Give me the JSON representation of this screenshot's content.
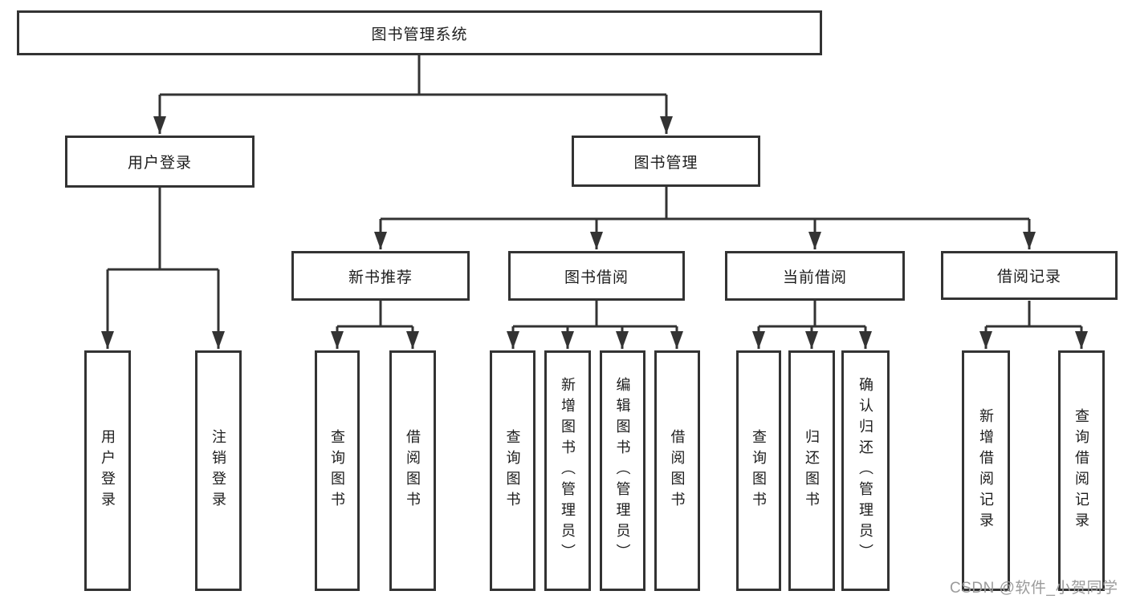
{
  "tree": {
    "label": "图书管理系统",
    "children": [
      {
        "label": "用户登录",
        "children": [
          {
            "label": "用户登录"
          },
          {
            "label": "注销登录"
          }
        ]
      },
      {
        "label": "图书管理",
        "children": [
          {
            "label": "新书推荐",
            "children": [
              {
                "label": "查询图书"
              },
              {
                "label": "借阅图书"
              }
            ]
          },
          {
            "label": "图书借阅",
            "children": [
              {
                "label": "查询图书"
              },
              {
                "label": "新增图书（管理员）"
              },
              {
                "label": "编辑图书（管理员）"
              },
              {
                "label": "借阅图书"
              }
            ]
          },
          {
            "label": "当前借阅",
            "children": [
              {
                "label": "查询图书"
              },
              {
                "label": "归还图书"
              },
              {
                "label": "确认归还（管理员）"
              }
            ]
          },
          {
            "label": "借阅记录",
            "children": [
              {
                "label": "新增借阅记录"
              },
              {
                "label": "查询借阅记录"
              }
            ]
          }
        ]
      }
    ]
  },
  "watermark": {
    "text": "CSDN @软件_小贺同学"
  },
  "colors": {
    "line": "#333333",
    "box_border": "#333333",
    "text": "#1d1d1d",
    "background": "#ffffff",
    "watermark": "#9b9b9b"
  }
}
